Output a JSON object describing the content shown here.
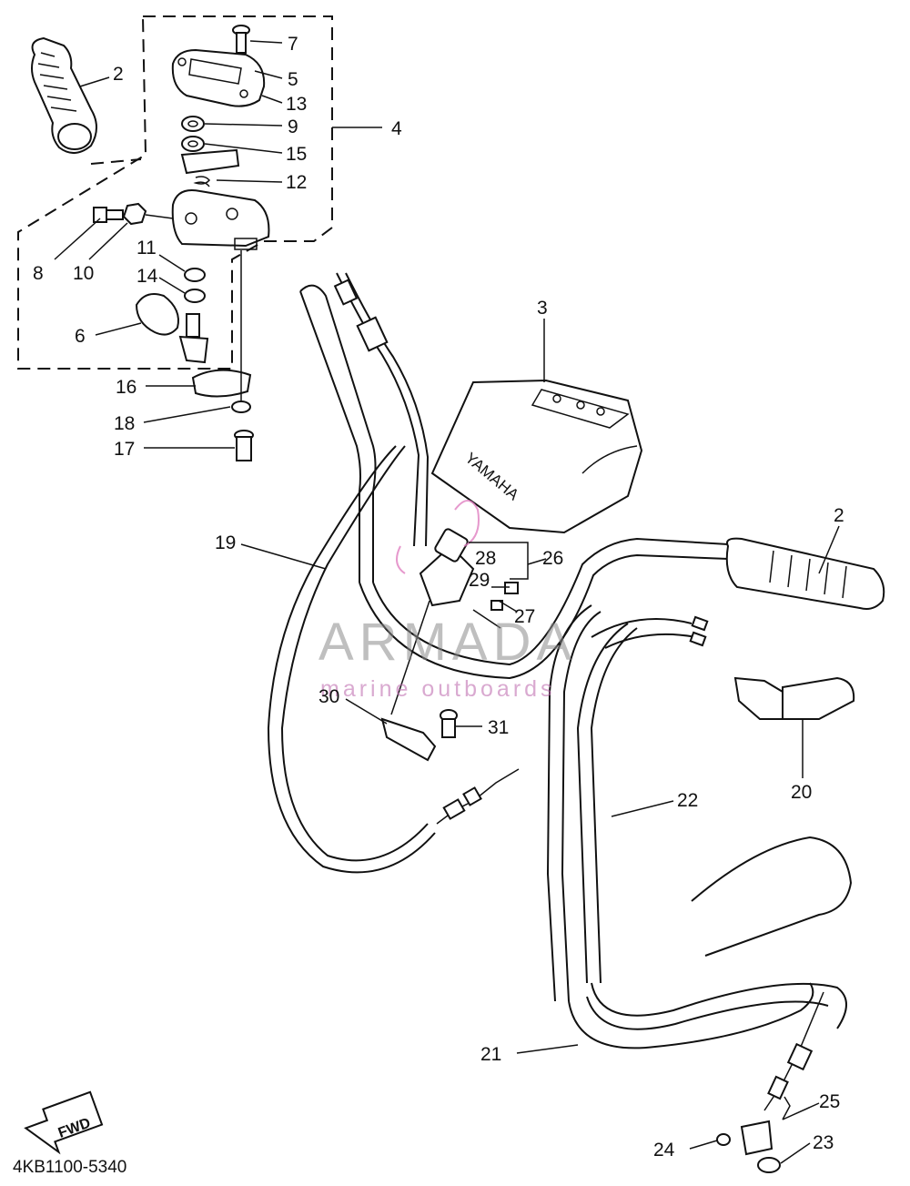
{
  "labels": {
    "p2a": "2",
    "p7": "7",
    "p5": "5",
    "p13": "13",
    "p9": "9",
    "p4": "4",
    "p15": "15",
    "p12": "12",
    "p8": "8",
    "p10": "10",
    "p11": "11",
    "p14": "14",
    "p6": "6",
    "p3": "3",
    "p16": "16",
    "p18": "18",
    "p17": "17",
    "p19": "19",
    "p2b": "2",
    "p28": "28",
    "p26": "26",
    "p29": "29",
    "p27": "27",
    "p30": "30",
    "p31": "31",
    "p20": "20",
    "p22": "22",
    "p21": "21",
    "p25": "25",
    "p24": "24",
    "p23": "23"
  },
  "watermark": {
    "name": "ARMADA",
    "tagline": "marine outboards"
  },
  "drawing_code": "4KB1100-5340",
  "fwd_text": "FWD",
  "brand_text": "YAMAHA",
  "colors": {
    "ink": "#111111",
    "watermark_grey": "#8a8a8a",
    "watermark_pink": "#c070b0",
    "highlight": "#e080c0"
  }
}
